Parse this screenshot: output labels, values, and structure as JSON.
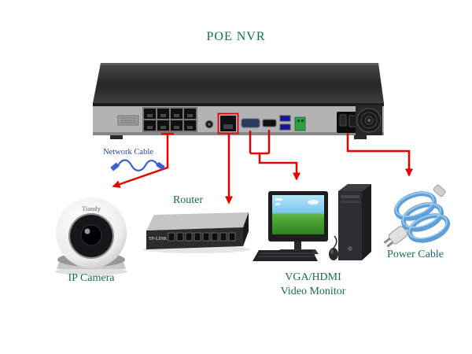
{
  "title": "POE NVR",
  "colors": {
    "label_teal": "#17695c",
    "network_cable_label_blue": "#2a3fc0",
    "arrow_red": "#e60000",
    "power_cable_blue": "#5e9fd8",
    "nvr_body_gray": "#b2b2b5",
    "router_body_dark": "#2c2c30"
  },
  "devices": {
    "nvr": {
      "label": "POE NVR"
    },
    "camera": {
      "label": "IP Camera",
      "brand": "Tiandy"
    },
    "router": {
      "label": "Router",
      "brand": "TP-LINK"
    },
    "monitor": {
      "label_line1": "VGA/HDMI",
      "label_line2": "Video Monitor"
    },
    "power": {
      "label": "Power Cable"
    },
    "network_cable": {
      "label": "Network Cable"
    }
  }
}
